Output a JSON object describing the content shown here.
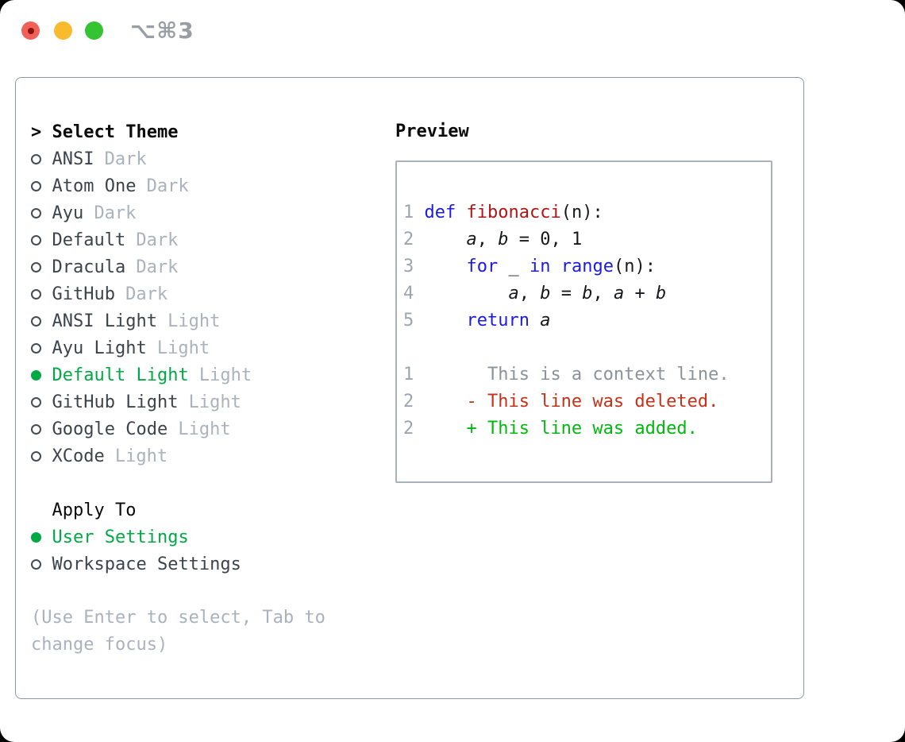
{
  "window": {
    "shortcut_label": "⌥⌘3",
    "traffic_lights": [
      "close-button",
      "minimize-button",
      "zoom-button"
    ]
  },
  "theme_panel": {
    "header": {
      "marker": ">",
      "label": "Select Theme"
    },
    "items": [
      {
        "name": "ANSI",
        "tag": "Dark",
        "selected": false
      },
      {
        "name": "Atom One",
        "tag": "Dark",
        "selected": false
      },
      {
        "name": "Ayu",
        "tag": "Dark",
        "selected": false
      },
      {
        "name": "Default",
        "tag": "Dark",
        "selected": false
      },
      {
        "name": "Dracula",
        "tag": "Dark",
        "selected": false
      },
      {
        "name": "GitHub",
        "tag": "Dark",
        "selected": false
      },
      {
        "name": "ANSI Light",
        "tag": "Light",
        "selected": false
      },
      {
        "name": "Ayu Light",
        "tag": "Light",
        "selected": false
      },
      {
        "name": "Default Light",
        "tag": "Light",
        "selected": true
      },
      {
        "name": "GitHub Light",
        "tag": "Light",
        "selected": false
      },
      {
        "name": "Google Code",
        "tag": "Light",
        "selected": false
      },
      {
        "name": "XCode",
        "tag": "Light",
        "selected": false
      }
    ],
    "apply_to": {
      "label": "Apply To",
      "options": [
        {
          "name": "User Settings",
          "selected": true
        },
        {
          "name": "Workspace Settings",
          "selected": false
        }
      ]
    },
    "help_text": "(Use Enter to select, Tab to\nchange focus)"
  },
  "preview": {
    "title": "Preview",
    "code_lines": [
      {
        "num": "1",
        "segments": [
          {
            "text": "def",
            "cls": "kw"
          },
          {
            "text": " ",
            "cls": "plain"
          },
          {
            "text": "fibonacci",
            "cls": "fn"
          },
          {
            "text": "(n):",
            "cls": "plain"
          }
        ]
      },
      {
        "num": "2",
        "segments": [
          {
            "text": "    ",
            "cls": "plain"
          },
          {
            "text": "a",
            "cls": "var"
          },
          {
            "text": ", ",
            "cls": "plain"
          },
          {
            "text": "b",
            "cls": "var"
          },
          {
            "text": " = 0, 1",
            "cls": "plain"
          }
        ]
      },
      {
        "num": "3",
        "segments": [
          {
            "text": "    ",
            "cls": "plain"
          },
          {
            "text": "for",
            "cls": "kw"
          },
          {
            "text": " _ ",
            "cls": "plain"
          },
          {
            "text": "in",
            "cls": "kw"
          },
          {
            "text": " ",
            "cls": "plain"
          },
          {
            "text": "range",
            "cls": "kw"
          },
          {
            "text": "(n):",
            "cls": "plain"
          }
        ]
      },
      {
        "num": "4",
        "segments": [
          {
            "text": "        ",
            "cls": "plain"
          },
          {
            "text": "a",
            "cls": "var"
          },
          {
            "text": ", ",
            "cls": "plain"
          },
          {
            "text": "b",
            "cls": "var"
          },
          {
            "text": " = ",
            "cls": "plain"
          },
          {
            "text": "b",
            "cls": "var"
          },
          {
            "text": ", ",
            "cls": "plain"
          },
          {
            "text": "a",
            "cls": "var"
          },
          {
            "text": " + ",
            "cls": "plain"
          },
          {
            "text": "b",
            "cls": "var"
          }
        ]
      },
      {
        "num": "5",
        "segments": [
          {
            "text": "    ",
            "cls": "plain"
          },
          {
            "text": "return",
            "cls": "kw"
          },
          {
            "text": " ",
            "cls": "plain"
          },
          {
            "text": "a",
            "cls": "var"
          }
        ]
      },
      {
        "num": "",
        "segments": []
      },
      {
        "num": "1",
        "segments": [
          {
            "text": "      This is a context line.",
            "cls": "ctx"
          }
        ]
      },
      {
        "num": "2",
        "segments": [
          {
            "text": "    - This line was deleted.",
            "cls": "del"
          }
        ]
      },
      {
        "num": "2",
        "segments": [
          {
            "text": "    + This line was added.",
            "cls": "add"
          }
        ]
      }
    ]
  },
  "colors": {
    "accent_green": "#00a944",
    "keyword_blue": "#1c1ce0",
    "function_red": "#b01515",
    "diff_deleted": "#c93018",
    "diff_added": "#00b90d",
    "tag_gray": "#a9b2bd",
    "traffic_red": "#f0615a",
    "traffic_yellow": "#f8bb2d",
    "traffic_green": "#33c333"
  }
}
